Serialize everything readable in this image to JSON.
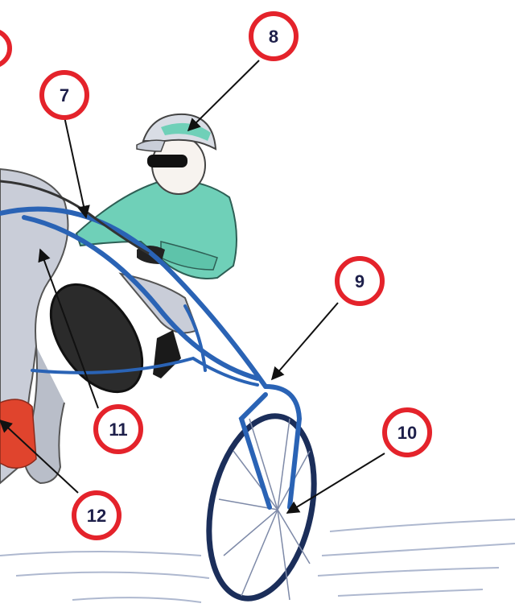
{
  "colors": {
    "callout_ring": "#e4232b",
    "callout_text": "#1d1f4a",
    "arrow": "#111111",
    "jacket": "#6fd0b8",
    "sulky_frame": "#2a63b5",
    "horse": "#bfc4d0",
    "leg_wrap": "#e0442d"
  },
  "callouts": [
    {
      "number": "7"
    },
    {
      "number": "8"
    },
    {
      "number": "9"
    },
    {
      "number": "10"
    },
    {
      "number": "11"
    },
    {
      "number": "12"
    }
  ]
}
